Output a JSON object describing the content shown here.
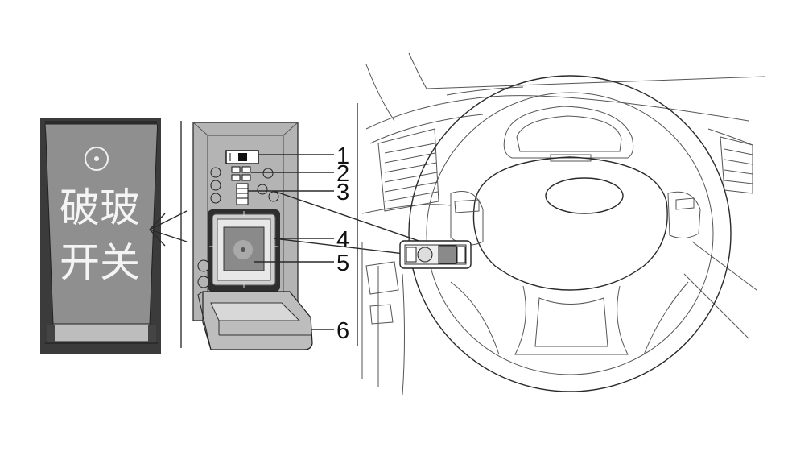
{
  "switch_label": {
    "line1": "破玻",
    "line2": "开关"
  },
  "callouts": [
    "1",
    "2",
    "3",
    "4",
    "5",
    "6"
  ],
  "colors": {
    "frame_dark": "#3b3b3b",
    "switch_face": "#8f8f8f",
    "panel_gray": "#b4b4b4",
    "line": "#2a2a2a"
  },
  "icons": {
    "switch_symbol": "target-ring-icon"
  }
}
